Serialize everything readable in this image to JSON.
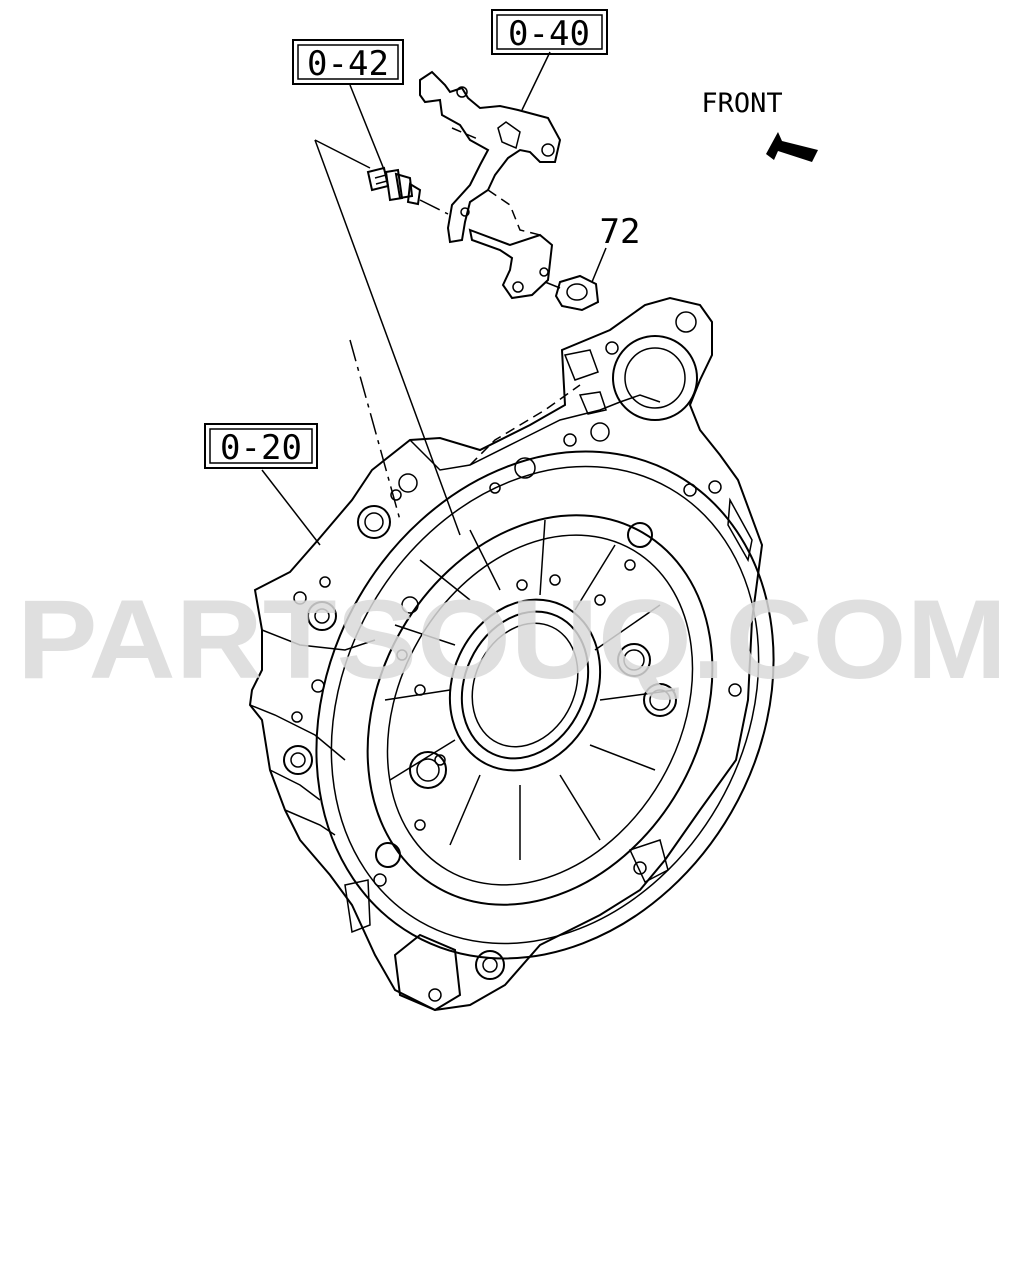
{
  "diagram": {
    "callouts": {
      "c042": "0-42",
      "c040": "0-40",
      "c020": "0-20",
      "c72": "72"
    },
    "direction_label": "FRONT",
    "direction_icon": "arrow-up-left-icon"
  },
  "watermark": {
    "text": "PARTSOUQ.COM",
    "color": "#d9d9d9"
  }
}
